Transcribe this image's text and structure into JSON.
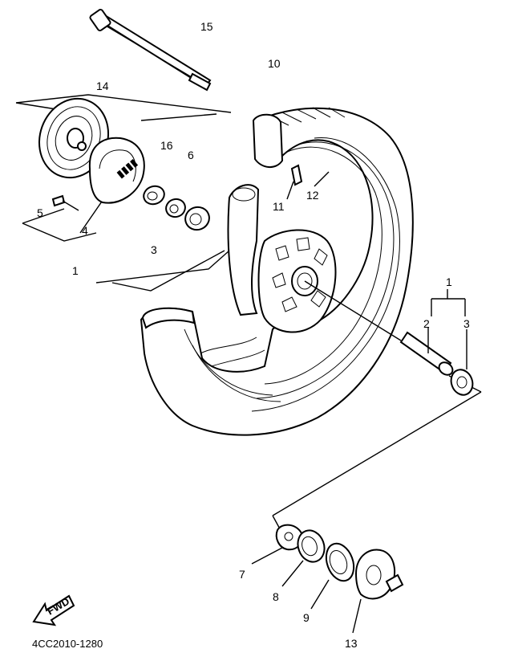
{
  "diagram": {
    "callouts": [
      "15",
      "14",
      "10",
      "16",
      "6",
      "5",
      "4",
      "3",
      "1",
      "11",
      "12",
      "1",
      "2",
      "3",
      "7",
      "8",
      "9",
      "13"
    ],
    "arrow_text": "FWD",
    "drawing_code": "4CC2010-1280"
  }
}
